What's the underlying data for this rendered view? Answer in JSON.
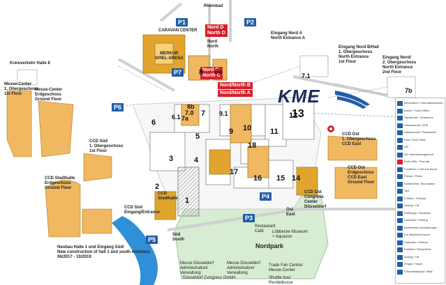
{
  "top": {
    "road_label": "Rheinbad"
  },
  "parking": {
    "p1": "P1",
    "p2": "P2",
    "p3": "P3",
    "p4": "P4",
    "p5": "P5",
    "p6": "P6",
    "p7": "P7",
    "caravan": "CARAVAN CENTER"
  },
  "entrances": {
    "north_d": "Nord D",
    "north_d_en": "North D",
    "north": "Nord",
    "north_en": "North",
    "north_c": "Nord C",
    "north_c_en": "North C",
    "north_b": "Nord/North B",
    "north_a": "Nord/North A",
    "south": "Süd",
    "south_en": "South",
    "east": "Ost",
    "east_en": "East",
    "entrance_a": "Eingang Nord A\nNorth Entrance A",
    "entrance_b": "Eingang Nord B/Hall\n1. Obergeschoss\nNorth Entrance\n1st Floor",
    "entrance_nord2": "Eingang Nord/\n2. Obergeschoss\nNorth Entrance\n2nd Floor"
  },
  "halls": [
    "1",
    "2",
    "3",
    "4",
    "5",
    "6",
    "7",
    "8",
    "9",
    "10",
    "11",
    "12",
    "13",
    "14",
    "15",
    "16",
    "17",
    "18",
    "6.1",
    "7.0",
    "7.1",
    "7a",
    "7b",
    "8a",
    "8b",
    "9.1"
  ],
  "venue": {
    "arena": "MERKUR\nSPIEL-ARENA",
    "brand": "KME",
    "ccd_south": "CCD\nStadthalle",
    "ccd_south_en": "CCD Süd\nEingang/Entrance",
    "ccd_east": "CCD Ost\nCongress\nCenter\nDüsseldorf",
    "nordpark": "Nordpark",
    "lobbecke": "Löbbecke Museum\n+ Aquazoo",
    "restaurant": "Restaurant\nCafé",
    "messe_center": "Messe-Center\n1. Obergeschoss\n1st Floor",
    "messe_center_ground": "Messe-Center\nErdgeschoss\nGround Floor",
    "stadthalle_ground": "CCD Stadthalle\nErdgeschoss\nGround Floor",
    "stadthalle_first": "CCD Süd\n1. Obergeschoss\n1st Floor",
    "ccd_ost_first": "CCD Ost\n1. Obergeschoss\nCCD East",
    "ccd_ost_ground": "CCD Ost\nErdgeschoss\nCCD East\nGround Floor",
    "kreisverkehr": "Kreisverkehr Halle 8"
  },
  "notes": {
    "construction": "Neubau Halle 1 und Eingang Süd/\nNew construction of hall 1 and south entrance:\n06/2017 - 10/2019"
  },
  "footer": {
    "messe_admin": "Messe Düsseldorf\nAdministration/\nVerwaltung",
    "messe_admin2": "Messe Düsseldorf\nAdministration/\nVerwaltung",
    "trade_fair": "Trade Fair Centre/\nMesse-Center",
    "ccd_gmbh": "Düsseldorf Congress GmbH",
    "shuttle": "Shuttle bus/\nPendelbusse"
  },
  "legend": {
    "items": [
      "Information / Informationsstand",
      "Kasse / Ticket Office",
      "Garderobe / Cloakroom",
      "Geldautomat / ATM",
      "Gastronomie / Restaurant",
      "Post / Post Office",
      "WC",
      "WC behindertengerecht",
      "Erste Hilfe / First aid",
      "Fundbüro / Lost and found",
      "Presse / Press",
      "Busbahnhof / Bus station",
      "Taxi",
      "U-Bahn / Subway",
      "Aufzug / Lift",
      "Rolltreppe / Escalator",
      "Parkhaus / Parking",
      "Behinderten-Einrichtungen",
      "For disabled persons",
      "Parkplatz / Parking",
      "Rollstuhl / Wheelchair",
      "Aufzug / Lift",
      "Treppe / Stairs",
      "Fahrradstellplatz / Bike"
    ],
    "disabled_heading": "Behinderten-Einrichtungen\nFor disabled persons"
  },
  "colors": {
    "hall_gold": "#e1a52e",
    "hall_orange": "#f0b860",
    "hall_white": "#ffffff",
    "park_blue": "#1f5ea8",
    "entrance_red": "#d6202a",
    "park_green": "#7ec27e",
    "water_blue": "#2f8fd8",
    "road_grey": "#cfcfcf"
  }
}
